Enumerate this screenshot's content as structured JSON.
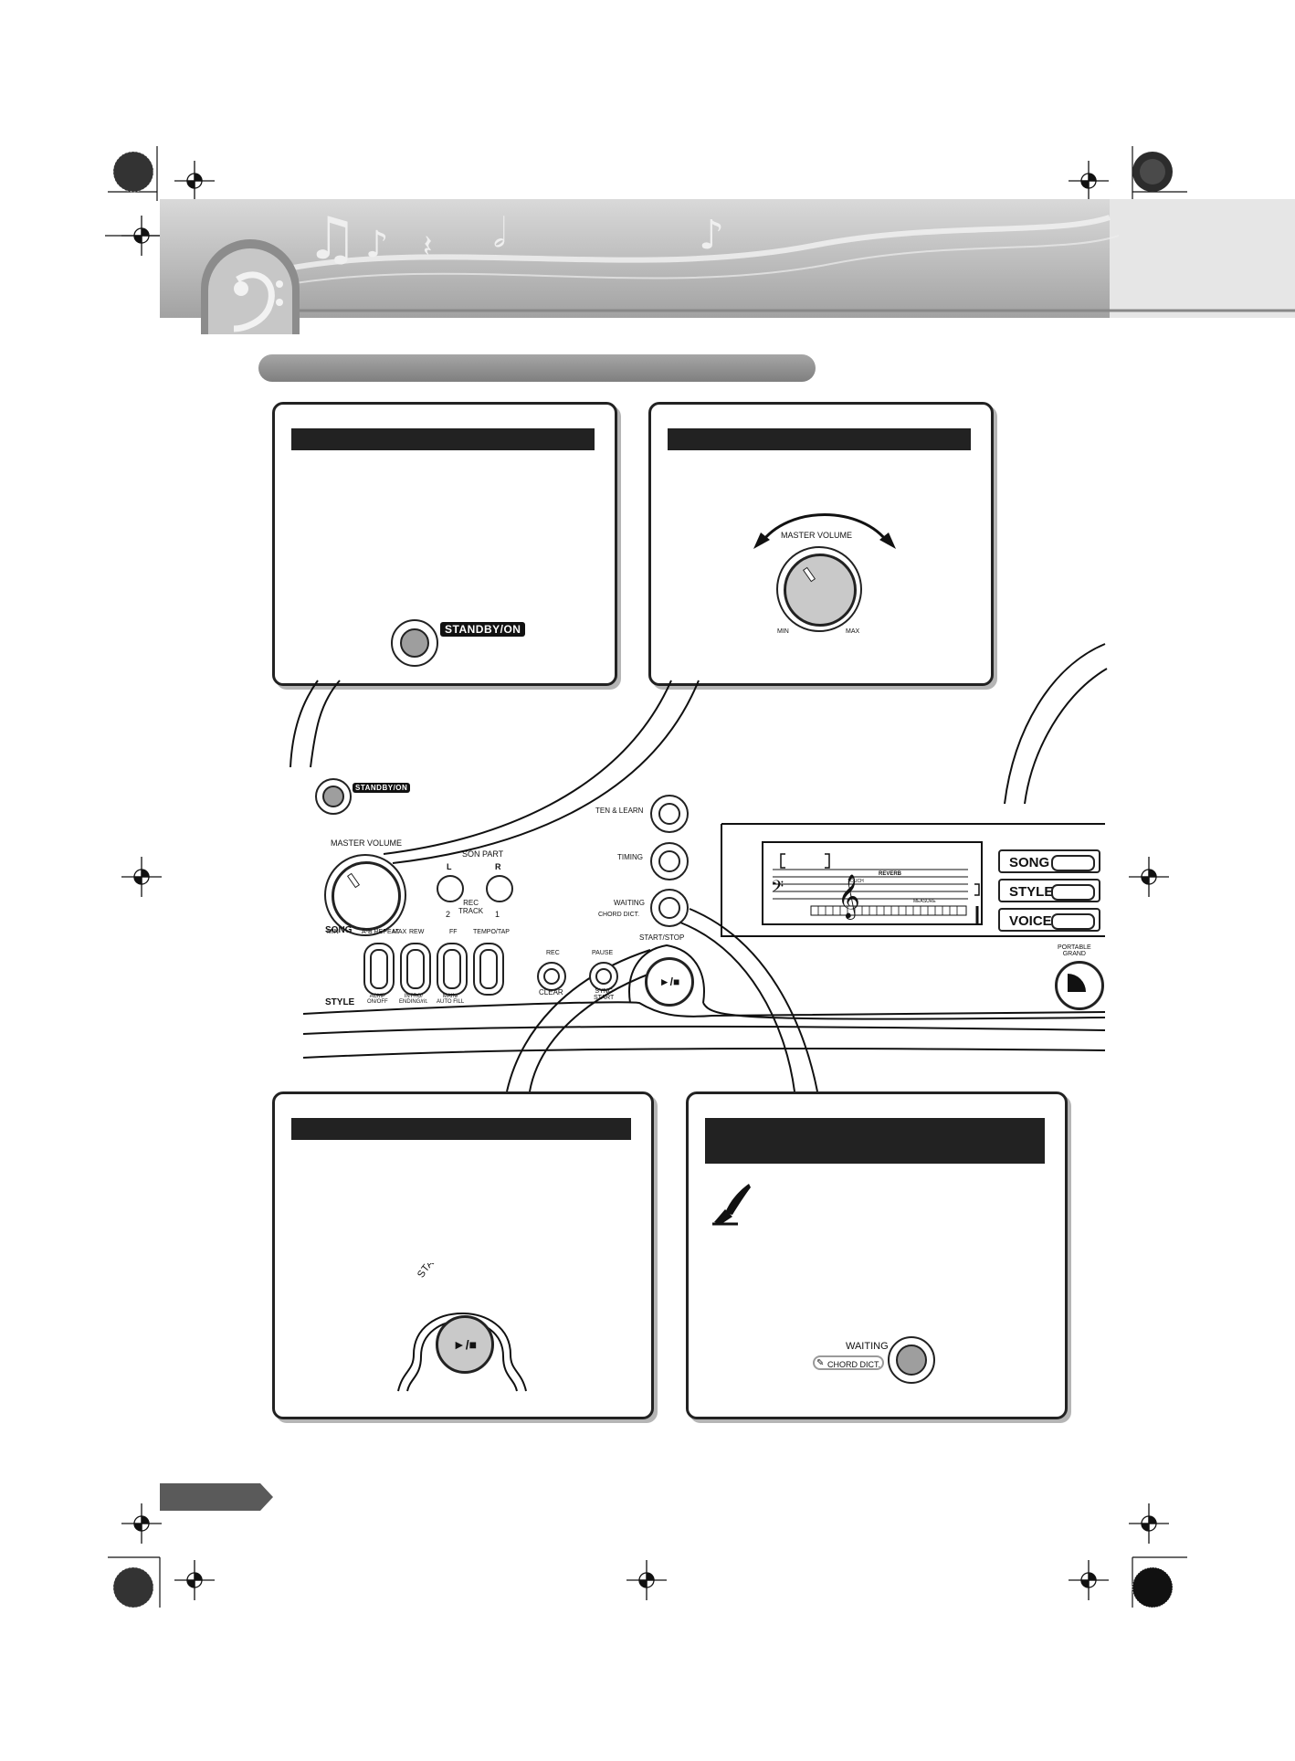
{
  "header": {
    "icon": "bass-clef-icon",
    "notes": [
      "eighth-note-icon",
      "quarter-note-icon",
      "rest-icon",
      "half-note-icon",
      "eighth-note-icon"
    ]
  },
  "colors": {
    "banner_dark": "#a9a9a9",
    "banner_light": "#e2e2e2",
    "callout_bar": "#222222",
    "section_pill": "#8f8f8f"
  },
  "callouts": {
    "power": {
      "button_label": "STANDBY/ON"
    },
    "volume": {
      "knob_label": "MASTER VOLUME",
      "min_label": "MIN",
      "max_label": "MAX"
    },
    "start": {
      "button_label": "START/STOP",
      "button_glyph": "►/■"
    },
    "waiting": {
      "top_label": "WAITING",
      "sub_label": "CHORD DICT."
    }
  },
  "panel": {
    "standby_label": "STANDBY/ON",
    "volume_label": "MASTER VOLUME",
    "volume_min": "MIN",
    "volume_max": "MAX",
    "lesson_part": "SON PART",
    "part_l": "L",
    "part_r": "R",
    "rec_track": "REC\nTRACK",
    "track_2": "2",
    "track_1": "1",
    "listen_learn": "TEN & LEARN",
    "timing": "TIMING",
    "waiting": "WAITING",
    "chord_dict": "CHORD DICT.",
    "song_label": "SONG",
    "style_label": "STYLE",
    "song_buttons": [
      "A-B REPEAT",
      "REW",
      "FF",
      "TEMPO/TAP"
    ],
    "style_buttons": [
      "ACMP\nON/OFF",
      "INTRO/\nENDING/rit.",
      "MAIN/\nAUTO FILL",
      ""
    ],
    "rec": "REC",
    "clear": "CLEAR",
    "pause": "PAUSE",
    "sync_start": "SYNC\nSTART",
    "start_stop": "START/STOP",
    "display_reverb": "REVERB",
    "display_touch": "TOUCH",
    "display_measure": "MEASURE",
    "mode_buttons": [
      "SONG",
      "STYLE",
      "VOICE"
    ],
    "portable_grand": "PORTABLE\nGRAND"
  }
}
